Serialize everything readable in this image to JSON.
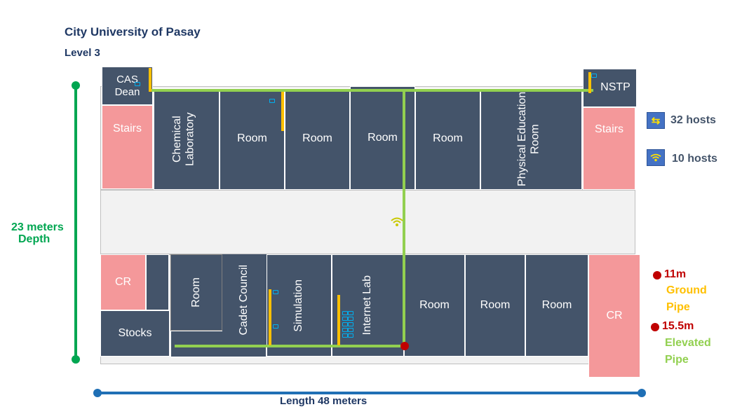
{
  "header": {
    "title": "City University of Pasay",
    "level": "Level 3"
  },
  "rooms_top": {
    "cas_dean": "CAS\nDean",
    "stairs_left": "Stairs",
    "chemical_lab": "Chemical Laboratory",
    "room1": "Room",
    "room2": "Room",
    "room3": "Room",
    "room4": "Room",
    "pe_room": "Physical Education Room",
    "nstp": "NSTP",
    "stairs_right": "Stairs"
  },
  "rooms_bottom": {
    "cr_left": "CR",
    "stocks": "Stocks",
    "room_vertical": "Room",
    "cadet_council": "Cadet Council",
    "simulation": "Simulation",
    "internet_lab": "Internet Lab",
    "room1": "Room",
    "room2": "Room",
    "room3": "Room",
    "cr_right": "CR"
  },
  "legend": {
    "switch_icon": "arrows-switch-icon",
    "switch_label": "32 hosts",
    "wifi_icon": "wifi-icon",
    "wifi_label": "10 hosts",
    "ground_length": "11m",
    "ground_label": "Ground\nPipe",
    "elevated_length": "15.5m",
    "elevated_label": "Elevated\nPipe"
  },
  "dimensions": {
    "depth_value": "23 meters",
    "depth_label": "Depth",
    "length_label": "Length",
    "length_value": "48 meters"
  },
  "colors": {
    "room": "#44546a",
    "stairs_cr": "#f4989a",
    "elevated_pipe": "#92d050",
    "ground_pipe": "#ffc000",
    "depth_line": "#00a651",
    "length_line": "#1f6fb5",
    "dot": "#c00000"
  }
}
